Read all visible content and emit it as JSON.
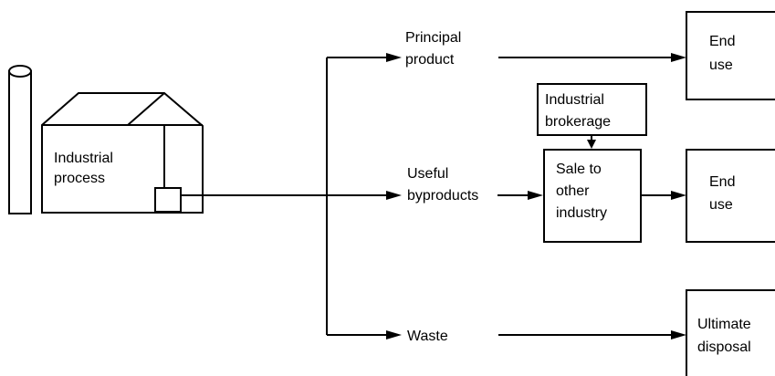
{
  "factory": {
    "label_lines": [
      "Industrial",
      "process"
    ]
  },
  "branches": {
    "principal": [
      "Principal",
      "product"
    ],
    "byproducts": [
      "Useful",
      "byproducts"
    ],
    "waste": [
      "Waste"
    ]
  },
  "boxes": {
    "brokerage": [
      "Industrial",
      "brokerage"
    ],
    "sale": [
      "Sale to",
      "other",
      "industry"
    ],
    "end_use_top": [
      "End",
      "use"
    ],
    "end_use_mid": [
      "End",
      "use"
    ],
    "disposal": [
      "Ultimate",
      "disposal"
    ]
  }
}
